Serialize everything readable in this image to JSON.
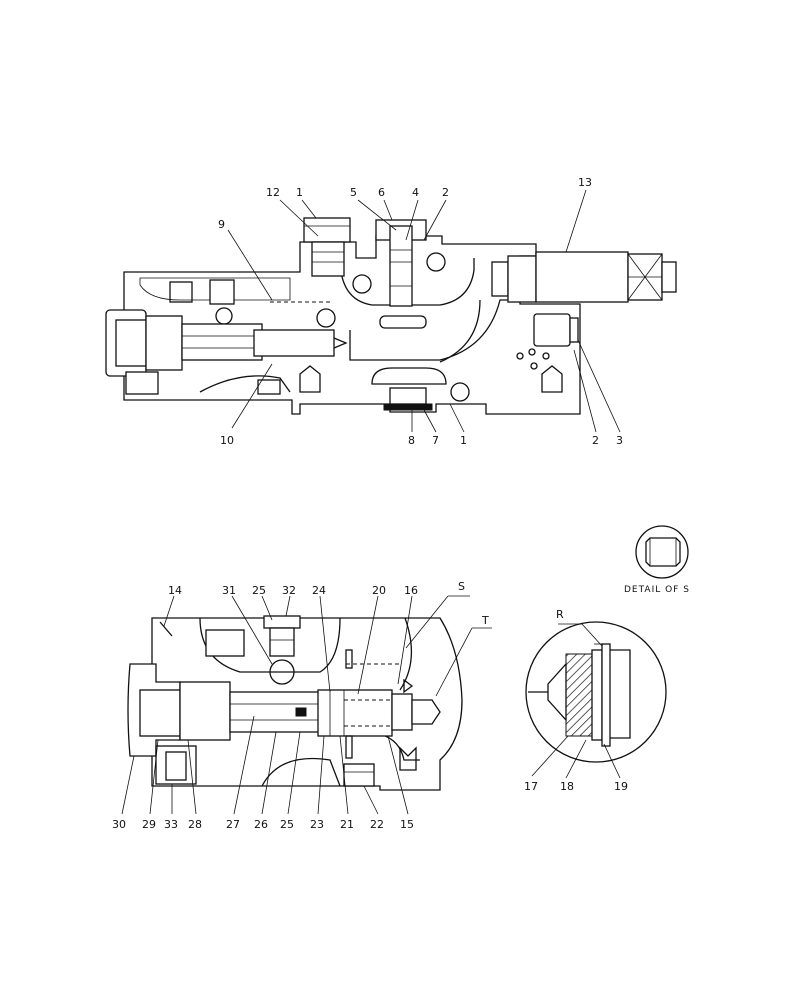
{
  "upper_view": {
    "labels": [
      "12",
      "1",
      "5",
      "6",
      "4",
      "2",
      "13",
      "9",
      "10",
      "8",
      "7",
      "1",
      "2",
      "3"
    ]
  },
  "lower_view": {
    "labels": [
      "14",
      "31",
      "25",
      "32",
      "24",
      "20",
      "16",
      "S",
      "T",
      "30",
      "29",
      "33",
      "28",
      "27",
      "26",
      "25",
      "23",
      "21",
      "22",
      "15"
    ]
  },
  "detail_r": {
    "labels": [
      "R",
      "17",
      "18",
      "19"
    ]
  },
  "detail_s": {
    "caption": "DETAIL OF S"
  }
}
